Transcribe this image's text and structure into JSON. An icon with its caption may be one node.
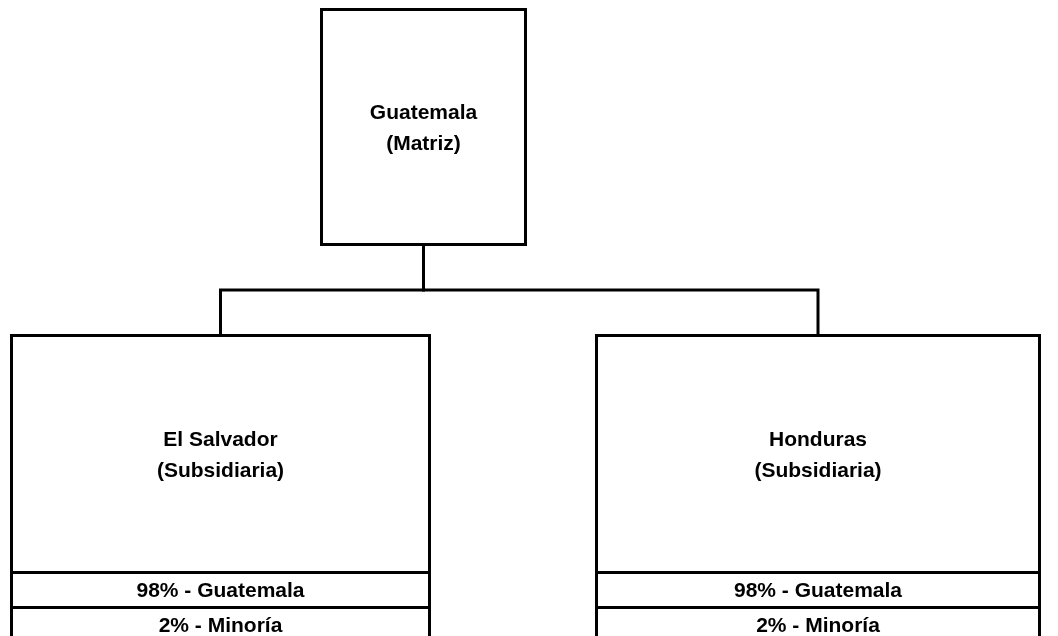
{
  "diagram": {
    "nodes": [
      {
        "text": [
          "Guatemala (Matriz)"
        ]
      },
      {
        "text": [
          "El Salvador (Subsidiaria)",
          "98% - Guatemala",
          "2% - Minoría"
        ]
      },
      {
        "text": [
          "Honduras (Subsidiaria)",
          "98% - Guatemala",
          "2% - Minoría"
        ]
      }
    ],
    "edges": [
      {
        "from": 0,
        "to": 1,
        "arrow": "none"
      },
      {
        "from": 0,
        "to": 2,
        "arrow": "none"
      }
    ]
  }
}
